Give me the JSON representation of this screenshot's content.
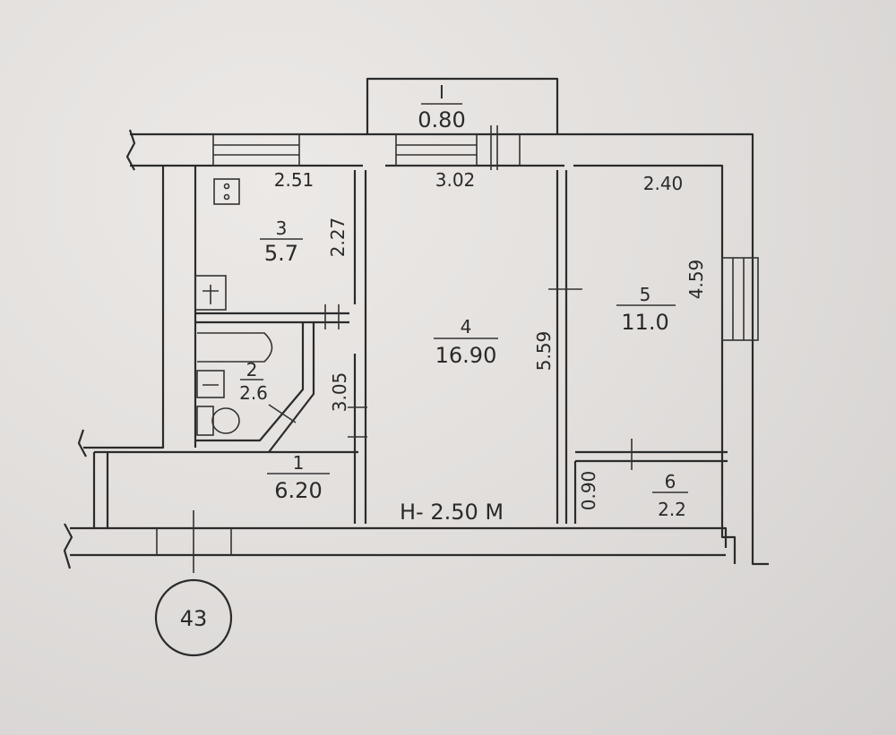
{
  "plan": {
    "rooms": [
      {
        "number": "I",
        "area": "0.80"
      },
      {
        "number": "1",
        "area": "6.20"
      },
      {
        "number": "2",
        "area": "2.6"
      },
      {
        "number": "3",
        "area": "5.7"
      },
      {
        "number": "4",
        "area": "16.90"
      },
      {
        "number": "5",
        "area": "11.0"
      },
      {
        "number": "6",
        "area": "2.2"
      }
    ],
    "dimensions": {
      "d251": "2.51",
      "d302": "3.02",
      "d240": "2.40",
      "d227": "2.27",
      "d305": "3.05",
      "d559": "5.59",
      "d459": "4.59",
      "d090": "0.90"
    },
    "ceiling_height": "H- 2.50 M",
    "building_number": "43"
  }
}
